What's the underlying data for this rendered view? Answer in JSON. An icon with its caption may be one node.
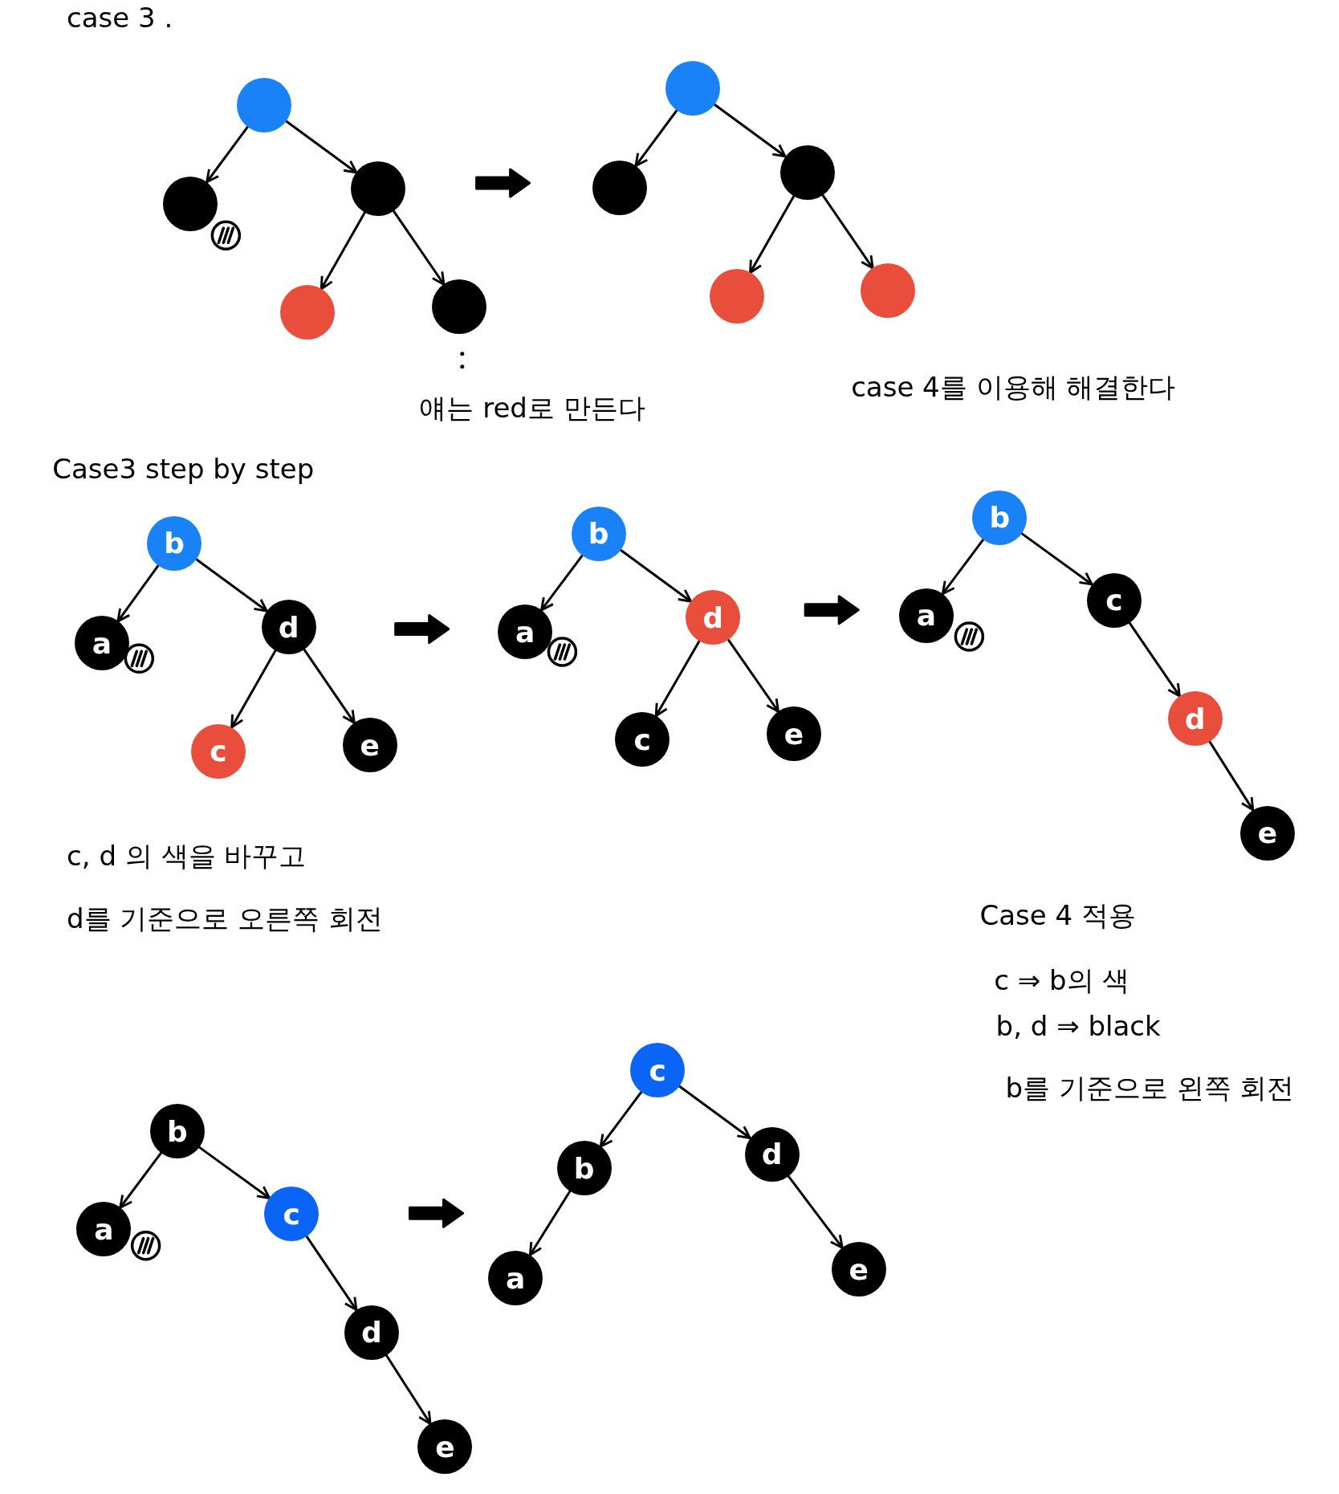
{
  "diagram": {
    "title": "case 3 .",
    "nodes": [
      {
        "text": [],
        "shape": "circle"
      },
      {
        "text": [],
        "shape": "circle"
      },
      {
        "text": [],
        "shape": "circle"
      },
      {
        "text": [],
        "shape": "circle"
      },
      {
        "text": [],
        "shape": "circle"
      },
      {
        "text": [],
        "shape": "circle"
      },
      {
        "text": [],
        "shape": "circle"
      },
      {
        "text": [],
        "shape": "circle"
      },
      {
        "text": [],
        "shape": "circle"
      },
      {
        "text": [],
        "shape": "circle"
      },
      {
        "text": [
          "b"
        ]
      },
      {
        "text": [
          "a"
        ]
      },
      {
        "text": [
          "d"
        ]
      },
      {
        "text": [
          "c"
        ]
      },
      {
        "text": [
          "e"
        ]
      },
      {
        "text": [
          "b"
        ]
      },
      {
        "text": [
          "a"
        ]
      },
      {
        "text": [
          "d"
        ]
      },
      {
        "text": [
          "c"
        ]
      },
      {
        "text": [
          "e"
        ]
      },
      {
        "text": [
          "b"
        ]
      },
      {
        "text": [
          "a"
        ]
      },
      {
        "text": [
          "c"
        ]
      },
      {
        "text": [
          "d"
        ]
      },
      {
        "text": [
          "e"
        ]
      },
      {
        "text": [
          "b"
        ]
      },
      {
        "text": [
          "a"
        ]
      },
      {
        "text": [
          "c"
        ]
      },
      {
        "text": [
          "d"
        ]
      },
      {
        "text": [
          "e"
        ]
      },
      {
        "text": [
          "c"
        ]
      },
      {
        "text": [
          "b"
        ]
      },
      {
        "text": [
          "d"
        ]
      },
      {
        "text": [
          "a"
        ]
      },
      {
        "text": [
          "e"
        ]
      }
    ],
    "edges": [
      {
        "from": 0,
        "to": 1,
        "arrow": "to"
      },
      {
        "from": 0,
        "to": 2,
        "arrow": "to"
      },
      {
        "from": 2,
        "to": 3,
        "arrow": "to"
      },
      {
        "from": 2,
        "to": 4,
        "arrow": "to"
      },
      {
        "from": 5,
        "to": 6,
        "arrow": "to"
      },
      {
        "from": 5,
        "to": 7,
        "arrow": "to"
      },
      {
        "from": 7,
        "to": 8,
        "arrow": "to"
      },
      {
        "from": 7,
        "to": 9,
        "arrow": "to"
      },
      {
        "from": 10,
        "to": 11,
        "arrow": "to"
      },
      {
        "from": 10,
        "to": 12,
        "arrow": "to"
      },
      {
        "from": 12,
        "to": 13,
        "arrow": "to"
      },
      {
        "from": 12,
        "to": 14,
        "arrow": "to"
      },
      {
        "from": 15,
        "to": 16,
        "arrow": "to"
      },
      {
        "from": 15,
        "to": 17,
        "arrow": "to"
      },
      {
        "from": 17,
        "to": 18,
        "arrow": "to"
      },
      {
        "from": 17,
        "to": 19,
        "arrow": "to"
      },
      {
        "from": 20,
        "to": 21,
        "arrow": "to"
      },
      {
        "from": 20,
        "to": 22,
        "arrow": "to"
      },
      {
        "from": 22,
        "to": 23,
        "arrow": "to"
      },
      {
        "from": 23,
        "to": 24,
        "arrow": "to"
      },
      {
        "from": 25,
        "to": 26,
        "arrow": "to"
      },
      {
        "from": 25,
        "to": 27,
        "arrow": "to"
      },
      {
        "from": 27,
        "to": 28,
        "arrow": "to"
      },
      {
        "from": 28,
        "to": 29,
        "arrow": "to"
      },
      {
        "from": 30,
        "to": 31,
        "arrow": "to"
      },
      {
        "from": 30,
        "to": 32,
        "arrow": "to"
      },
      {
        "from": 31,
        "to": 33,
        "arrow": "to"
      },
      {
        "from": 32,
        "to": 34,
        "arrow": "to"
      }
    ],
    "labels": [
      "얘는 red로 만든다",
      "case 4를 이용해 해결한다",
      "Case3 step by step",
      "c, d 의 색을 바꾸고",
      "d를 기준으로 오른쪽 회전",
      "Case 4 적용",
      "c ⇒ b의 색",
      "b, d ⇒ black",
      "b를 기준으로 왼쪽 회전"
    ]
  }
}
